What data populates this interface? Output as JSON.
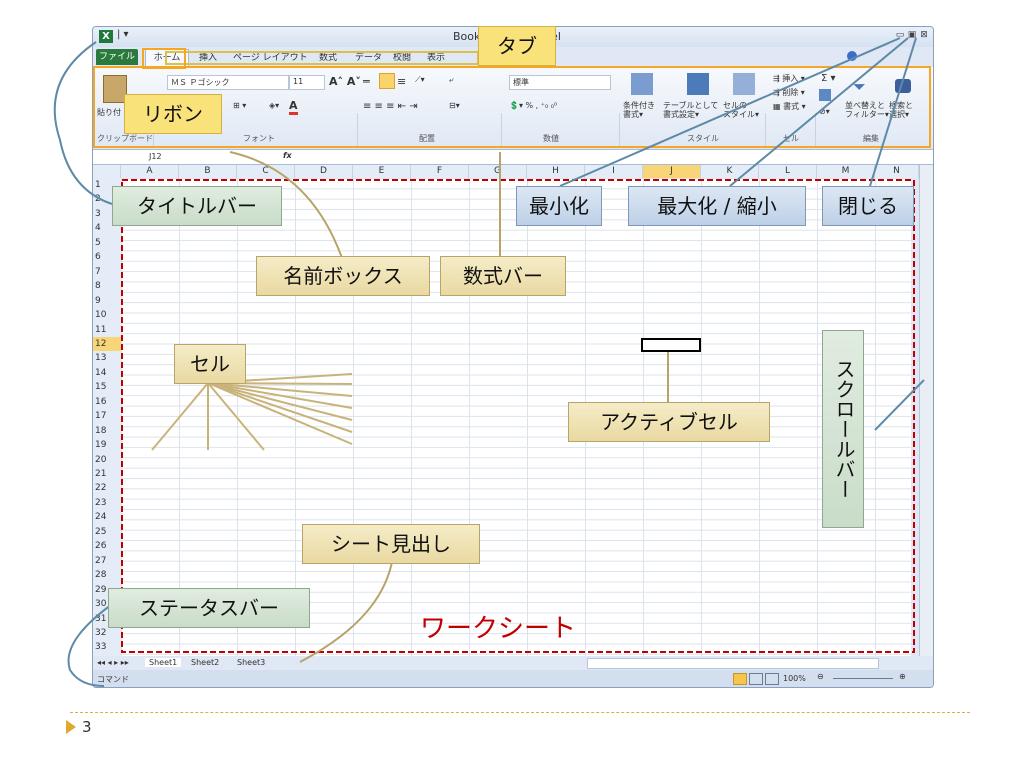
{
  "window": {
    "title": "Book",
    "title_suffix": "cel",
    "quick_access": "| ▾",
    "controls": [
      "▭",
      "▣",
      "⊠"
    ]
  },
  "tabs": [
    "ファイル",
    "ホーム",
    "挿入",
    "ページ レイアウト",
    "数式",
    "データ",
    "校閲",
    "表示"
  ],
  "ribbon": {
    "paste": "貼り付",
    "font_name": "ＭＳ Ｐゴシック",
    "font_size": "11",
    "number_format": "標準",
    "groups": [
      "クリップボード",
      "フォント",
      "配置",
      "数値",
      "スタイル",
      "セル",
      "編集"
    ],
    "styles_buttons": [
      "条件付き\n書式▾",
      "テーブルとして\n書式設定▾",
      "セルの\nスタイル▾"
    ],
    "cells_buttons": [
      "挿入 ▾",
      "削除 ▾",
      "書式 ▾"
    ],
    "edit_buttons": [
      "並べ替えと\nフィルター▾",
      "検索と\n選択▾"
    ]
  },
  "name_box": "J12",
  "fx": "fx",
  "columns": [
    "A",
    "B",
    "C",
    "D",
    "E",
    "F",
    "G",
    "H",
    "I",
    "J",
    "K",
    "L",
    "M",
    "N"
  ],
  "active_column": "J",
  "active_row": "12",
  "rows": [
    "1",
    "2",
    "3",
    "4",
    "5",
    "6",
    "7",
    "8",
    "9",
    "10",
    "11",
    "12",
    "13",
    "14",
    "15",
    "16",
    "17",
    "18",
    "19",
    "20",
    "21",
    "22",
    "23",
    "24",
    "25",
    "26",
    "27",
    "28",
    "29",
    "30",
    "31",
    "32",
    "33"
  ],
  "sheet_tabs": [
    "Sheet1",
    "Sheet2",
    "Sheet3"
  ],
  "status": {
    "mode": "コマンド",
    "zoom": "100%"
  },
  "callouts": {
    "tab": "タブ",
    "ribbon": "リボン",
    "titlebar": "タイトルバー",
    "minimize": "最小化",
    "maximize": "最大化 / 縮小",
    "close": "閉じる",
    "namebox": "名前ボックス",
    "formulabar": "数式バー",
    "cell": "セル",
    "active_cell": "アクティブセル",
    "scrollbar": "スクロールバー",
    "sheet_tab": "シート見出し",
    "statusbar": "ステータスバー",
    "worksheet": "ワークシート"
  },
  "page_number": "3",
  "colors": {
    "callout": "#f0e3b4",
    "green_callout": "#d3e4d3",
    "blue_callout": "#c9d9ec",
    "tab_highlight": "#f9e27a",
    "worksheet_red": "#c00000",
    "ribbon_border": "#f5a623"
  }
}
